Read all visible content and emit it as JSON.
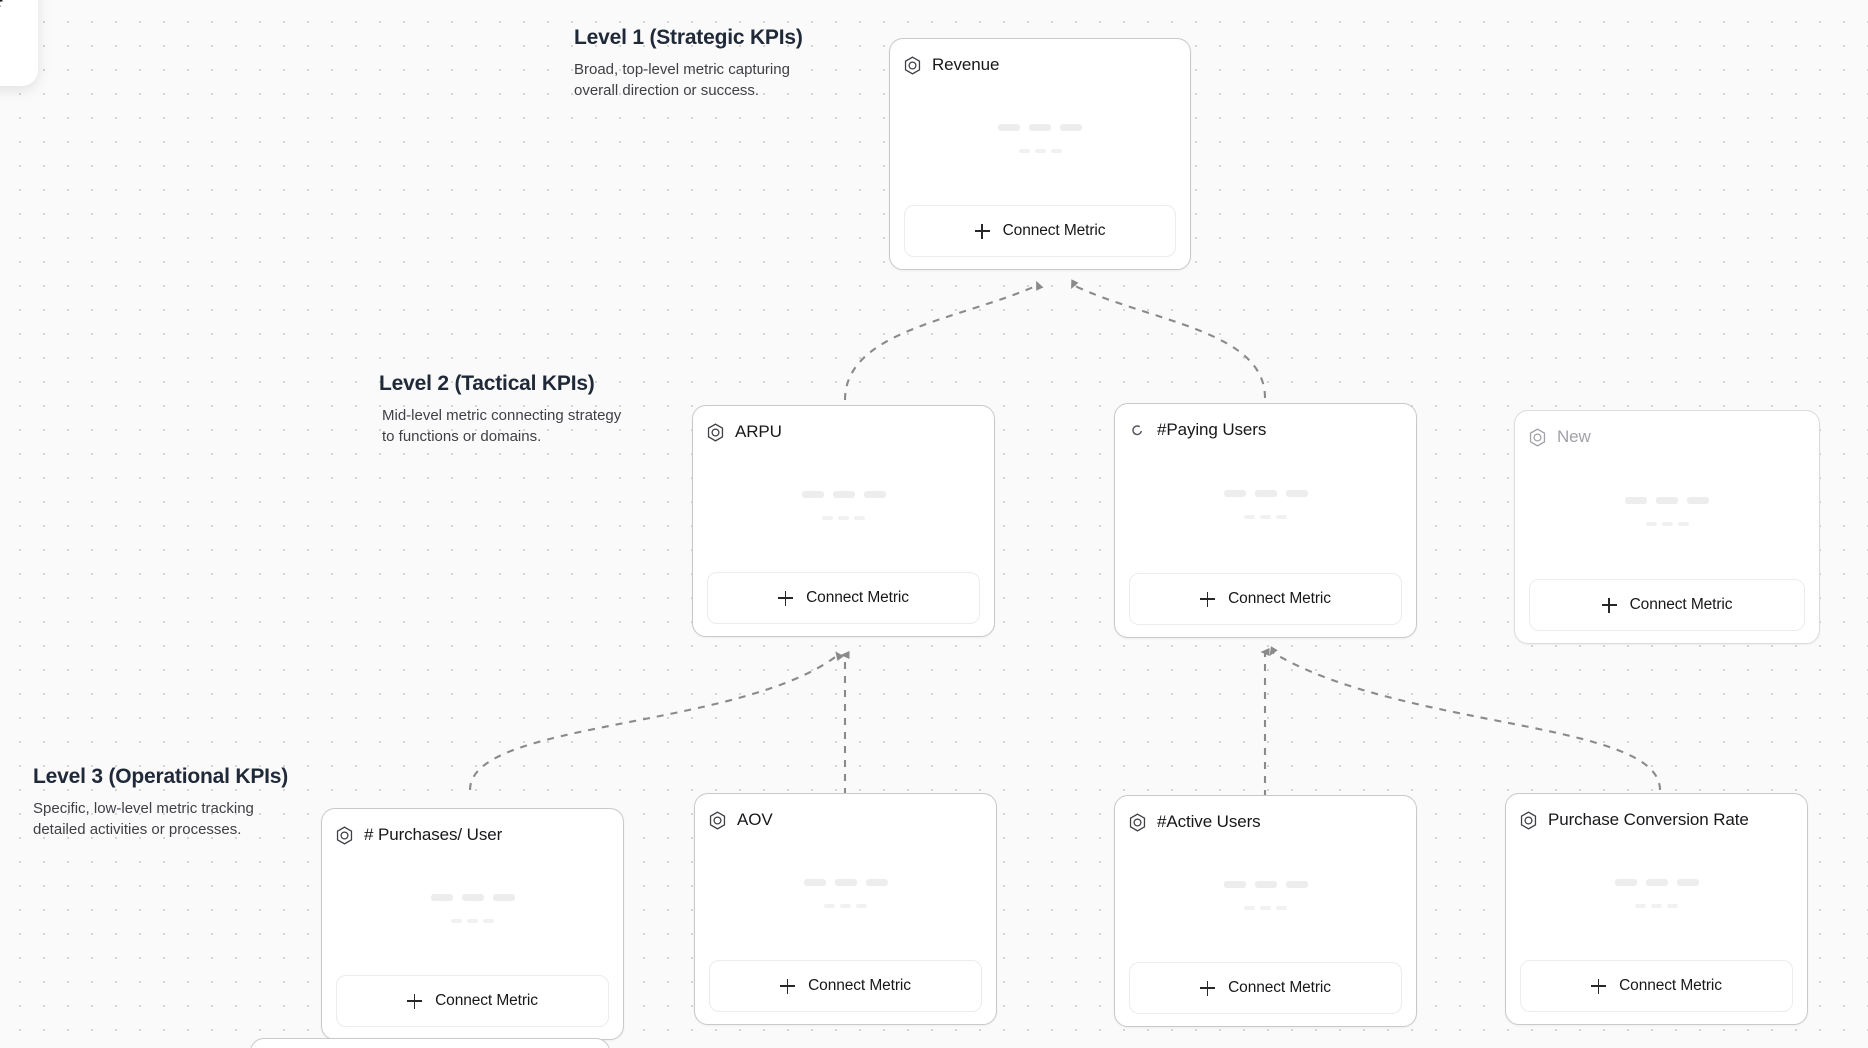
{
  "app": {
    "canvas_name": "kpi-tree-canvas",
    "background_color": "#fafafa",
    "dot_color": "#d4d4d4",
    "connector_color": "#8a8a8a",
    "card_border_color": "#c9c9c9",
    "text_color": "#18181b"
  },
  "levels": [
    {
      "id": "level-1",
      "title": "Level 1 (Strategic KPIs)",
      "description": "Broad, top-level metric capturing overall direction or success."
    },
    {
      "id": "level-2",
      "title": "Level 2 (Tactical KPIs)",
      "description": "Mid-level metric connecting strategy to functions or domains."
    },
    {
      "id": "level-3",
      "title": "Level 3 (Operational KPIs)",
      "description": "Specific, low-level metric tracking detailed activities or processes."
    }
  ],
  "cards": [
    {
      "id": "revenue",
      "title": "Revenue",
      "icon": "hexagon-metric-icon",
      "state": "normal",
      "level": 1,
      "connect_label": "Connect Metric"
    },
    {
      "id": "arpu",
      "title": "ARPU",
      "icon": "hexagon-metric-icon",
      "state": "normal",
      "level": 2,
      "connect_label": "Connect Metric"
    },
    {
      "id": "paying-users",
      "title": "#Paying Users",
      "icon": "spinner-loading-icon",
      "state": "loading",
      "level": 2,
      "connect_label": "Connect Metric"
    },
    {
      "id": "new",
      "title": "New",
      "icon": "hexagon-metric-icon",
      "state": "muted",
      "level": 2,
      "connect_label": "Connect Metric"
    },
    {
      "id": "purchases-user",
      "title": "# Purchases/ User",
      "icon": "hexagon-metric-icon",
      "state": "normal",
      "level": 3,
      "connect_label": "Connect Metric"
    },
    {
      "id": "aov",
      "title": "AOV",
      "icon": "hexagon-metric-icon",
      "state": "normal",
      "level": 3,
      "connect_label": "Connect Metric"
    },
    {
      "id": "active-users",
      "title": "#Active Users",
      "icon": "hexagon-metric-icon",
      "state": "normal",
      "level": 3,
      "connect_label": "Connect Metric"
    },
    {
      "id": "conversion-rate",
      "title": "Purchase Conversion Rate",
      "icon": "hexagon-metric-icon",
      "state": "normal",
      "level": 3,
      "connect_label": "Connect Metric"
    }
  ],
  "connections": [
    {
      "from": "arpu",
      "to": "revenue"
    },
    {
      "from": "paying-users",
      "to": "revenue"
    },
    {
      "from": "purchases-user",
      "to": "arpu"
    },
    {
      "from": "aov",
      "to": "arpu"
    },
    {
      "from": "active-users",
      "to": "paying-users"
    },
    {
      "from": "conversion-rate",
      "to": "paying-users"
    }
  ]
}
